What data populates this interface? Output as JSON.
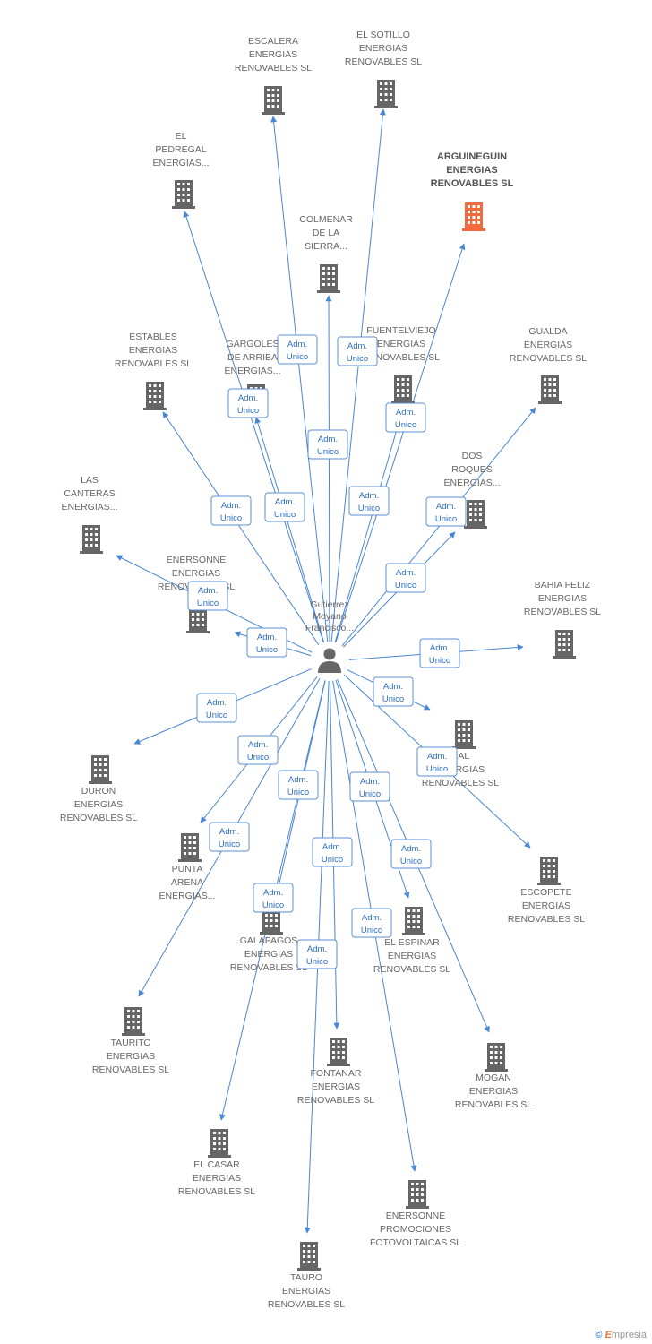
{
  "center": {
    "label": [
      "Gutierrez",
      "Moyano",
      "Francisco..."
    ],
    "icon": "person-icon"
  },
  "edge_label": [
    "Adm.",
    "Unico"
  ],
  "colors": {
    "edge": "#4a86d6",
    "building": "#666666",
    "highlight": "#f26a3d",
    "label_border": "#5b8fd6"
  },
  "companies": [
    {
      "id": "escalera",
      "label": [
        "ESCALERA",
        "ENERGIAS",
        "RENOVABLES SL"
      ],
      "highlight": false
    },
    {
      "id": "el-sotillo",
      "label": [
        "EL SOTILLO",
        "ENERGIAS",
        "RENOVABLES SL"
      ],
      "highlight": false
    },
    {
      "id": "arguineguin",
      "label": [
        "ARGUINEGUIN",
        "ENERGIAS",
        "RENOVABLES SL"
      ],
      "highlight": true
    },
    {
      "id": "el-pedregal",
      "label": [
        "EL",
        "PEDREGAL",
        "ENERGIAS..."
      ],
      "highlight": false
    },
    {
      "id": "colmenar",
      "label": [
        "COLMENAR",
        "DE LA",
        "SIERRA..."
      ],
      "highlight": false
    },
    {
      "id": "estables",
      "label": [
        "ESTABLES",
        "ENERGIAS",
        "RENOVABLES SL"
      ],
      "highlight": false
    },
    {
      "id": "gargoles",
      "label": [
        "GARGOLES",
        "DE ARRIBA",
        "ENERGIAS..."
      ],
      "highlight": false
    },
    {
      "id": "fuentelviejo",
      "label": [
        "FUENTELVIEJO",
        "ENERGIAS",
        "RENOVABLES SL"
      ],
      "highlight": false
    },
    {
      "id": "gualda",
      "label": [
        "GUALDA",
        "ENERGIAS",
        "RENOVABLES SL"
      ],
      "highlight": false
    },
    {
      "id": "dos-roques",
      "label": [
        "DOS",
        "ROQUES",
        "ENERGIAS..."
      ],
      "highlight": false
    },
    {
      "id": "las-canteras",
      "label": [
        "LAS",
        "CANTERAS",
        "ENERGIAS..."
      ],
      "highlight": false
    },
    {
      "id": "enersonne-er",
      "label": [
        "ENERSONNE",
        "ENERGIAS",
        "RENOVABLES SL"
      ],
      "highlight": false
    },
    {
      "id": "bahia-feliz",
      "label": [
        "BAHIA FELIZ",
        "ENERGIAS",
        "RENOVABLES SL"
      ],
      "highlight": false
    },
    {
      "id": "cal",
      "label": [
        "CAL",
        "ENERGIAS",
        "RENOVABLES SL"
      ],
      "highlight": false
    },
    {
      "id": "duron",
      "label": [
        "DURON",
        "ENERGIAS",
        "RENOVABLES SL"
      ],
      "highlight": false
    },
    {
      "id": "escopete",
      "label": [
        "ESCOPETE",
        "ENERGIAS",
        "RENOVABLES SL"
      ],
      "highlight": false
    },
    {
      "id": "punta-arena",
      "label": [
        "PUNTA",
        "ARENA",
        "ENERGIAS..."
      ],
      "highlight": false
    },
    {
      "id": "galapagos",
      "label": [
        "GALAPAGOS",
        "ENERGIAS",
        "RENOVABLES SL"
      ],
      "highlight": false
    },
    {
      "id": "el-espinar",
      "label": [
        "EL ESPINAR",
        "ENERGIAS",
        "RENOVABLES SL"
      ],
      "highlight": false
    },
    {
      "id": "taurito",
      "label": [
        "TAURITO",
        "ENERGIAS",
        "RENOVABLES SL"
      ],
      "highlight": false
    },
    {
      "id": "fontanar",
      "label": [
        "FONTANAR",
        "ENERGIAS",
        "RENOVABLES SL"
      ],
      "highlight": false
    },
    {
      "id": "mogan",
      "label": [
        "MOGAN",
        "ENERGIAS",
        "RENOVABLES SL"
      ],
      "highlight": false
    },
    {
      "id": "el-casar",
      "label": [
        "EL CASAR",
        "ENERGIAS",
        "RENOVABLES SL"
      ],
      "highlight": false
    },
    {
      "id": "enersonne-pf",
      "label": [
        "ENERSONNE",
        "PROMOCIONES",
        "FOTOVOLTAICAS SL"
      ],
      "highlight": false
    },
    {
      "id": "tauro",
      "label": [
        "TAURO",
        "ENERGIAS",
        "RENOVABLES SL"
      ],
      "highlight": false
    }
  ],
  "footer": {
    "copyright": "©",
    "brand_initial": "E",
    "brand_rest": "mpresia"
  }
}
